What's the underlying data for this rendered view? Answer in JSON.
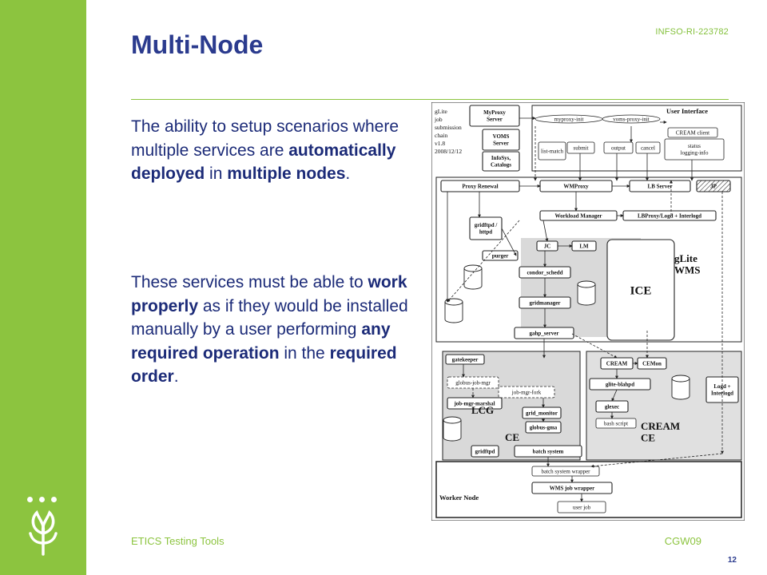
{
  "header": {
    "ref": "INFSO-RI-223782"
  },
  "slide": {
    "title": "Multi-Node",
    "para1": [
      {
        "t": "The ability to setup scenarios where multiple services are ",
        "b": false
      },
      {
        "t": "automatically deployed",
        "b": true
      },
      {
        "t": " in ",
        "b": false
      },
      {
        "t": "multiple nodes",
        "b": true
      },
      {
        "t": ".",
        "b": false
      }
    ],
    "para2": [
      {
        "t": "These services must be able to ",
        "b": false
      },
      {
        "t": "work properly",
        "b": true
      },
      {
        "t": " as if they would be installed manually by a user performing ",
        "b": false
      },
      {
        "t": "any required operation",
        "b": true
      },
      {
        "t": " in the ",
        "b": false
      },
      {
        "t": "required order",
        "b": true
      },
      {
        "t": ".",
        "b": false
      }
    ]
  },
  "footer": {
    "left": "ETICS Testing Tools",
    "right": "CGW09",
    "page": "12"
  },
  "diagram": {
    "caption": [
      "gLite",
      "job",
      "submission",
      "chain",
      "v1.8",
      "2008/12/12"
    ],
    "boxes": [
      {
        "label": "MyProxy Server",
        "bold": true,
        "style": "solid"
      },
      {
        "label": "VOMS Server",
        "bold": true,
        "style": "solid"
      },
      {
        "label": "InfoSys, Catalogs",
        "bold": true,
        "style": "solid"
      },
      {
        "label": "myproxy-init",
        "bold": false,
        "style": "ellipse"
      },
      {
        "label": "voms-proxy-init",
        "bold": false,
        "style": "ellipse"
      },
      {
        "label": "User Interface",
        "bold": true,
        "style": "label"
      },
      {
        "label": "CREAM client",
        "bold": false,
        "style": "solid"
      },
      {
        "label": "list-match",
        "bold": false,
        "style": "solid"
      },
      {
        "label": "submit",
        "bold": false,
        "style": "solid"
      },
      {
        "label": "output",
        "bold": false,
        "style": "solid"
      },
      {
        "label": "cancel",
        "bold": false,
        "style": "solid"
      },
      {
        "label": "status logging-info",
        "bold": false,
        "style": "solid"
      },
      {
        "label": "Proxy Renewal",
        "bold": true,
        "style": "solid"
      },
      {
        "label": "WMProxy",
        "bold": true,
        "style": "solid"
      },
      {
        "label": "LB Server",
        "bold": true,
        "style": "solid"
      },
      {
        "label": "JP",
        "bold": true,
        "style": "hatched"
      },
      {
        "label": "Workload Manager",
        "bold": true,
        "style": "solid"
      },
      {
        "label": "LBProxy/Logd + Interlogd",
        "bold": true,
        "style": "solid"
      },
      {
        "label": "gridftpd / httpd",
        "bold": true,
        "style": "solid"
      },
      {
        "label": "JC",
        "bold": true,
        "style": "solid"
      },
      {
        "label": "LM",
        "bold": true,
        "style": "solid"
      },
      {
        "label": "purger",
        "bold": true,
        "style": "solid"
      },
      {
        "label": "condor_schedd",
        "bold": true,
        "style": "solid"
      },
      {
        "label": "gridmanager",
        "bold": true,
        "style": "solid"
      },
      {
        "label": "ICE",
        "bold": true,
        "style": "solid"
      },
      {
        "label": "gLite WMS",
        "bold": true,
        "style": "label"
      },
      {
        "label": "gahp_server",
        "bold": true,
        "style": "solid"
      },
      {
        "label": "gatekeeper",
        "bold": true,
        "style": "solid"
      },
      {
        "label": "globus-job-mgr",
        "bold": false,
        "style": "dashed"
      },
      {
        "label": "job-mgr-fork",
        "bold": false,
        "style": "dashed"
      },
      {
        "label": "job-mgr-marshal",
        "bold": true,
        "style": "solid"
      },
      {
        "label": "grid_monitor",
        "bold": true,
        "style": "solid"
      },
      {
        "label": "globus-gma",
        "bold": true,
        "style": "solid"
      },
      {
        "label": "LCG",
        "bold": true,
        "style": "label"
      },
      {
        "label": "CE",
        "bold": true,
        "style": "label"
      },
      {
        "label": "gridftpd",
        "bold": true,
        "style": "solid"
      },
      {
        "label": "batch system",
        "bold": true,
        "style": "solid"
      },
      {
        "label": "CREAM",
        "bold": true,
        "style": "solid"
      },
      {
        "label": "CEMon",
        "bold": true,
        "style": "solid"
      },
      {
        "label": "glite-blahpd",
        "bold": true,
        "style": "solid"
      },
      {
        "label": "glexec",
        "bold": true,
        "style": "solid"
      },
      {
        "label": "bash script",
        "bold": false,
        "style": "solid"
      },
      {
        "label": "CREAM CE",
        "bold": true,
        "style": "label"
      },
      {
        "label": "Logd + Interlogd",
        "bold": true,
        "style": "solid"
      },
      {
        "label": "batch system wrapper",
        "bold": false,
        "style": "solid"
      },
      {
        "label": "WMS job wrapper",
        "bold": true,
        "style": "solid"
      },
      {
        "label": "user job",
        "bold": false,
        "style": "solid"
      },
      {
        "label": "Worker Node",
        "bold": true,
        "style": "label"
      }
    ]
  }
}
